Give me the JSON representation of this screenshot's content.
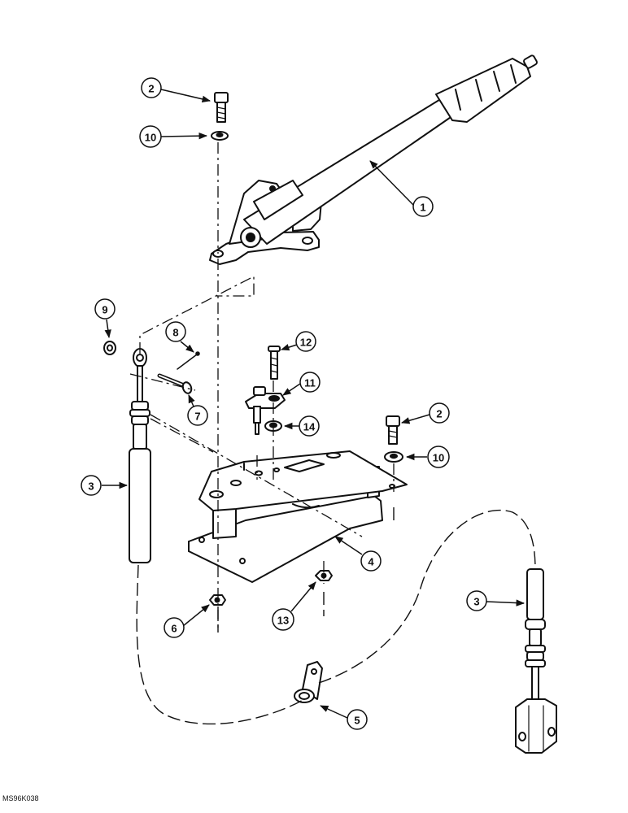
{
  "drawing_code": "MS96K038",
  "callouts": {
    "c1": "1",
    "c2a": "2",
    "c2b": "2",
    "c3a": "3",
    "c3b": "3",
    "c4": "4",
    "c5": "5",
    "c6": "6",
    "c7": "7",
    "c8": "8",
    "c9": "9",
    "c10a": "10",
    "c10b": "10",
    "c11": "11",
    "c12": "12",
    "c13": "13",
    "c14": "14"
  }
}
